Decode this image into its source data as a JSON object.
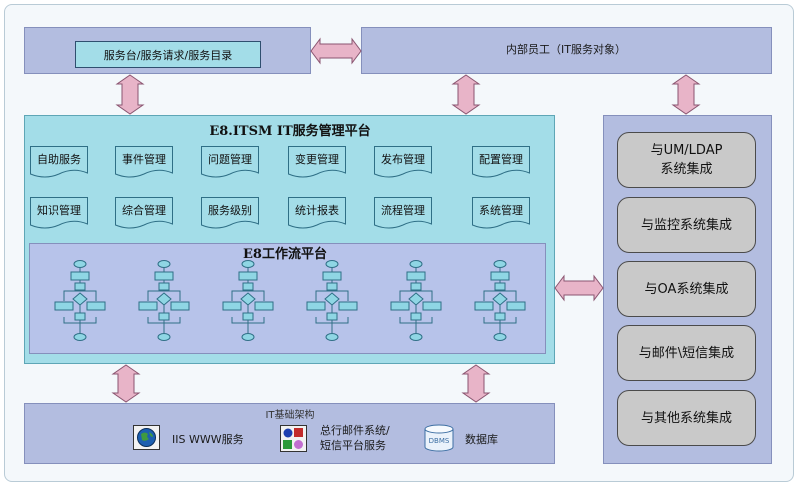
{
  "top": {
    "service_desk": "服务台/服务请求/服务目录",
    "internal_staff": "内部员工（IT服务对象）"
  },
  "platform": {
    "title": "E8.ITSM  IT服务管理平台",
    "modules_row1": [
      "自助服务",
      "事件管理",
      "问题管理",
      "变更管理",
      "发布管理",
      "配置管理"
    ],
    "modules_row2": [
      "知识管理",
      "综合管理",
      "服务级别",
      "统计报表",
      "流程管理",
      "系统管理"
    ],
    "workflow_title": "E8工作流平台"
  },
  "integrations": [
    "与UM/LDAP\n系统集成",
    "与监控系统集成",
    "与OA系统集成",
    "与邮件\\短信集成",
    "与其他系统集成"
  ],
  "infra": {
    "title": "IT基础架构",
    "iis": "IIS WWW服务",
    "mail": "总行邮件系统/\n短信平台服务",
    "dbms_icon": "DBMS",
    "db": "数据库"
  },
  "icons": [
    "globe-icon",
    "components-icon",
    "database-icon"
  ],
  "colors": {
    "blue_panel": "#b3bde0",
    "cyan_panel": "#a3dde8",
    "arrow": "#e8b4c8",
    "integration": "#c9c9c9"
  }
}
